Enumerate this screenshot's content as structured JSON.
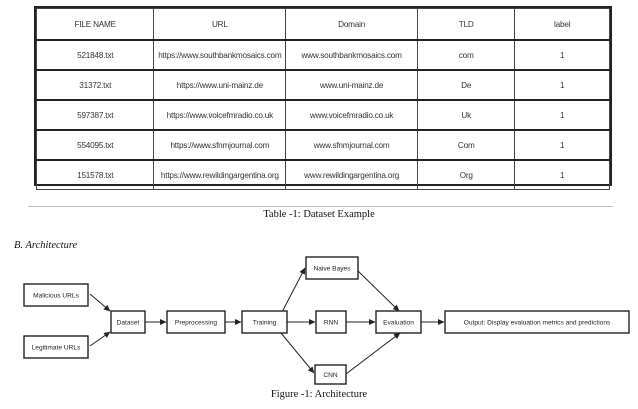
{
  "table": {
    "headers": [
      "FILE NAME",
      "URL",
      "Domain",
      "TLD",
      "label"
    ],
    "rows": [
      [
        "521848.txt",
        "https://www.southbankmosaics.com",
        "www.southbankmosaics.com",
        "com",
        "1"
      ],
      [
        "31372.txt",
        "https://www.uni-mainz.de",
        "www.uni-mainz.de",
        "De",
        "1"
      ],
      [
        "597387.txt",
        "https://www.voicefmradio.co.uk",
        "www.voicefmradio.co.uk",
        "Uk",
        "1"
      ],
      [
        "554095.txt",
        "https://www.sfnmjournal.com",
        "www.sfnmjournal.com",
        "Com",
        "1"
      ],
      [
        "151578.txt",
        "https://www.rewildingargentina.org",
        "www.rewildingargentina.org",
        "Org",
        "1"
      ]
    ]
  },
  "table_caption": "Table -1: Dataset Example",
  "section_heading": "B.  Architecture",
  "diagram": {
    "nodes": {
      "malicious": "Malicious URLs",
      "legitimate": "Legitimate URLs",
      "dataset": "Dataset",
      "preprocessing": "Preprocessing",
      "training": "Training",
      "naive_bayes": "Naive Bayes",
      "rnn": "RNN",
      "cnn": "CNN",
      "evaluation": "Evaluation",
      "output": "Output: Display evaluation metrics and predictions"
    }
  },
  "figure_caption": "Figure -1: Architecture"
}
